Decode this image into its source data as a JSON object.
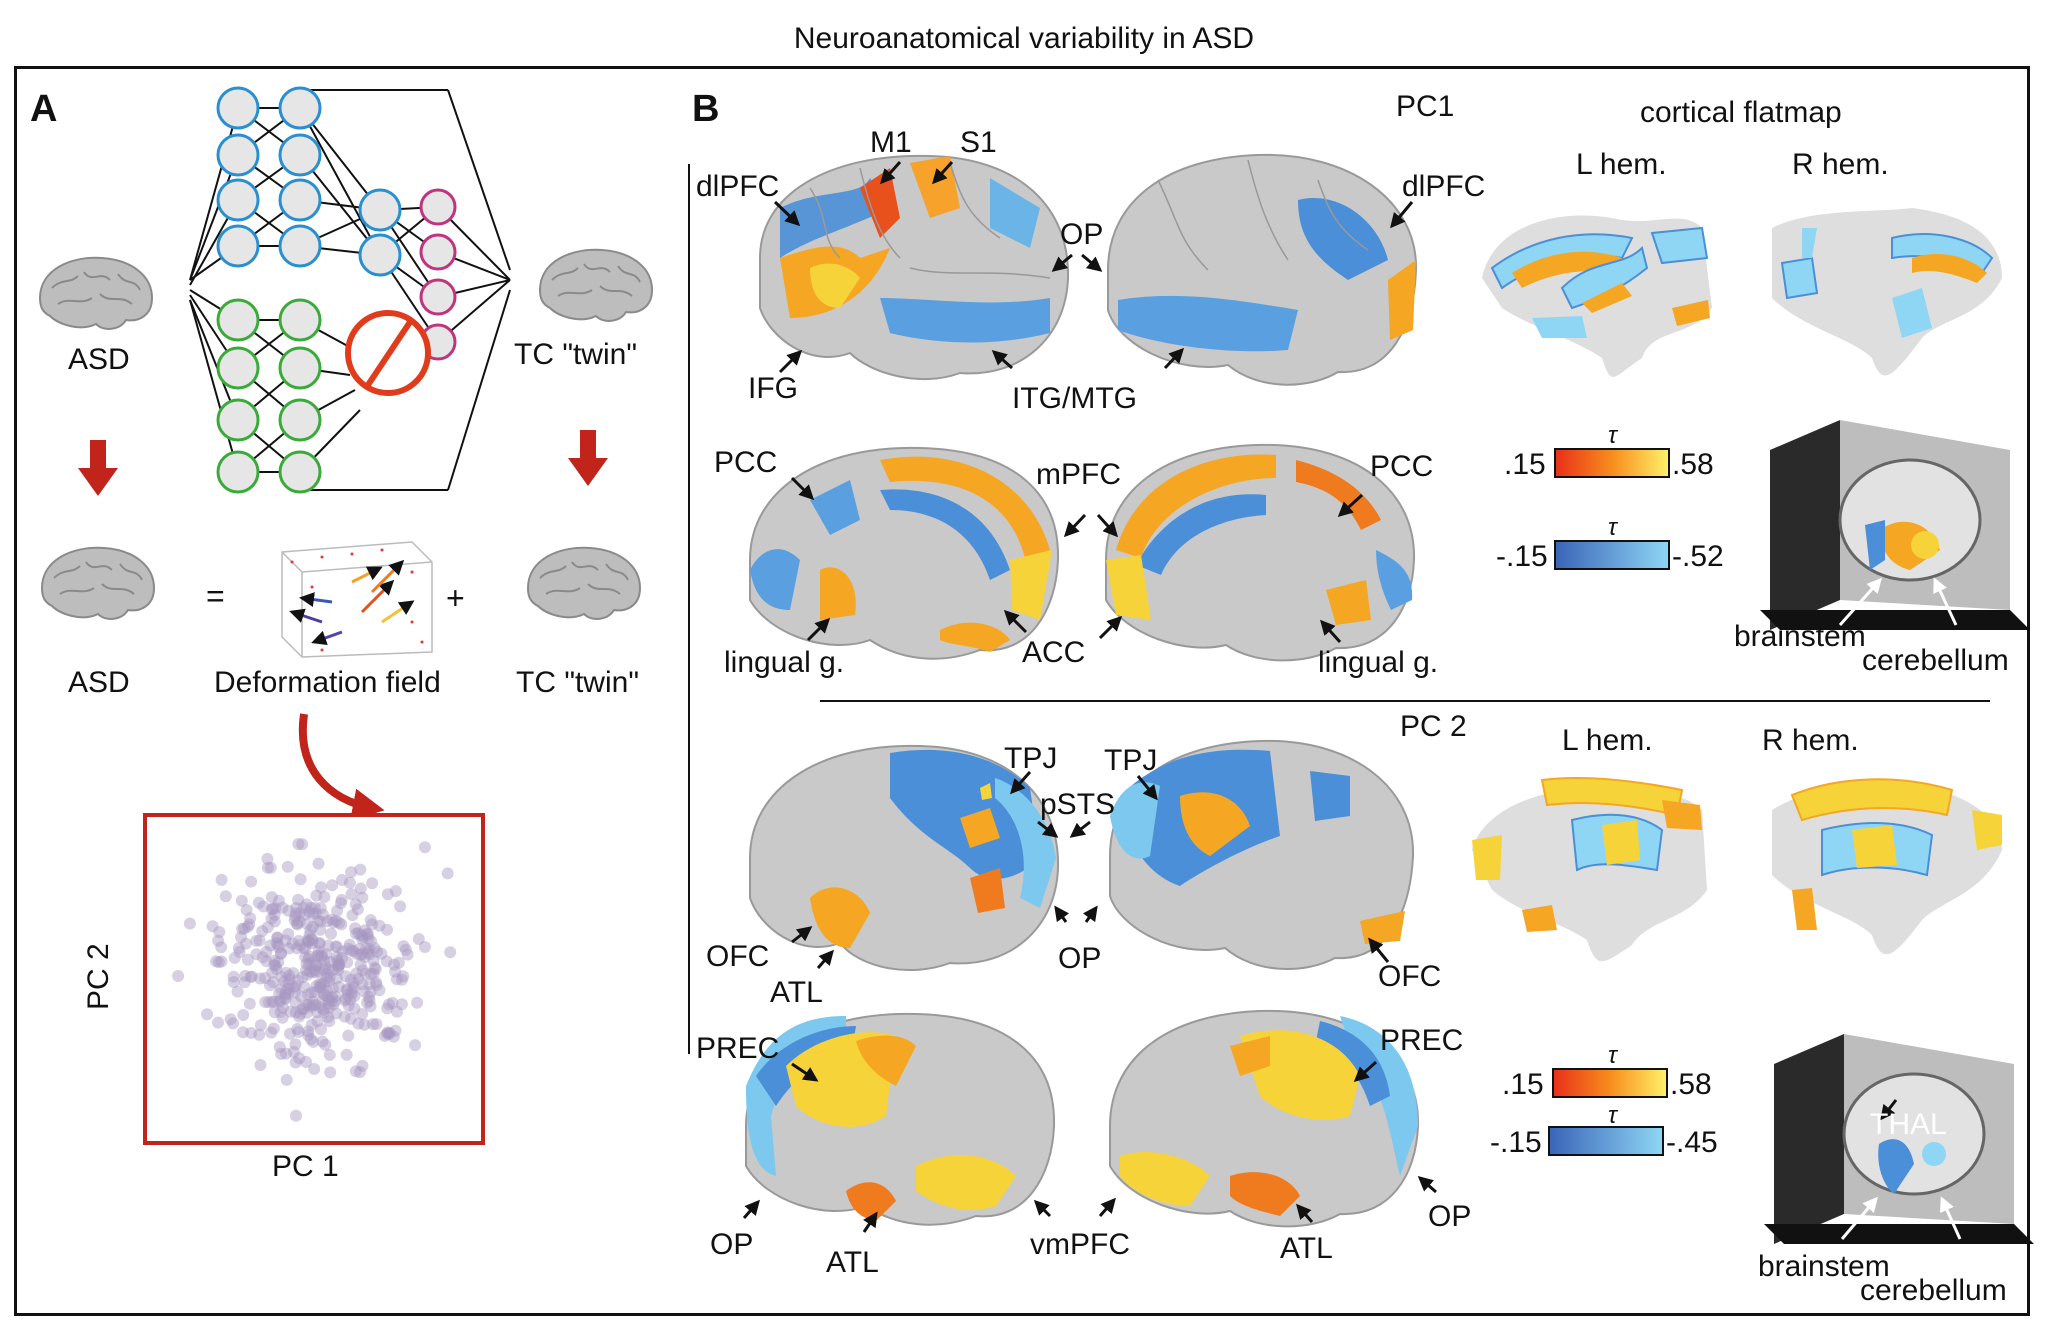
{
  "figure": {
    "title": "Neuroanatomical variability in ASD"
  },
  "panel_a": {
    "letter": "A",
    "asd_label": "ASD",
    "twin_label": "TC \"twin\"",
    "equals": "=",
    "plus": "+",
    "asd_label_2": "ASD",
    "deformation_label": "Deformation field",
    "twin_label_2": "TC \"twin\"",
    "scatter": {
      "xlabel": "PC 1",
      "ylabel": "PC 2"
    }
  },
  "panel_b": {
    "letter": "B",
    "pc1": {
      "title": "PC1",
      "flatmap_title": "cortical flatmap",
      "lhem": "L hem.",
      "rhem": "R hem.",
      "lateral_labels": [
        "dlPFC",
        "M1",
        "S1",
        "IFG",
        "OP",
        "ITG/MTG",
        "dlPFC"
      ],
      "medial_labels": [
        "PCC",
        "mPFC",
        "PCC",
        "lingual g.",
        "ACC",
        "lingual g."
      ],
      "pos_scale": {
        "symbol": "τ",
        "min": ".15",
        "max": ".58"
      },
      "neg_scale": {
        "symbol": "τ",
        "min": "-.15",
        "max": "-.52"
      },
      "subcortical": [
        "brainstem",
        "cerebellum"
      ]
    },
    "pc2": {
      "title": "PC 2",
      "lhem": "L hem.",
      "rhem": "R hem.",
      "lateral_labels": [
        "TPJ",
        "TPJ",
        "pSTS",
        "OFC",
        "ATL",
        "OP",
        "OFC"
      ],
      "medial_labels": [
        "PREC",
        "PREC",
        "OP",
        "ATL",
        "vmPFC",
        "ATL",
        "OP"
      ],
      "pos_scale": {
        "symbol": "τ",
        "min": ".15",
        "max": ".58"
      },
      "neg_scale": {
        "symbol": "τ",
        "min": "-.15",
        "max": "-.45"
      },
      "subcortical": [
        "THAL",
        "brainstem",
        "cerebellum"
      ]
    }
  },
  "colors": {
    "frame": "#111111",
    "brain_gray": "#c9c9c9",
    "blue_nodes": "#2a8fd0",
    "green_nodes": "#3aaa3a",
    "magenta_nodes": "#c0337f",
    "veto": "#e03c1c",
    "arrow_red": "#c0241a",
    "scatter_dot": "#a797c2",
    "warm_low": "#e8301a",
    "warm_high": "#fff26a",
    "cool_low": "#3a64b8",
    "cool_high": "#8fd6f5"
  }
}
